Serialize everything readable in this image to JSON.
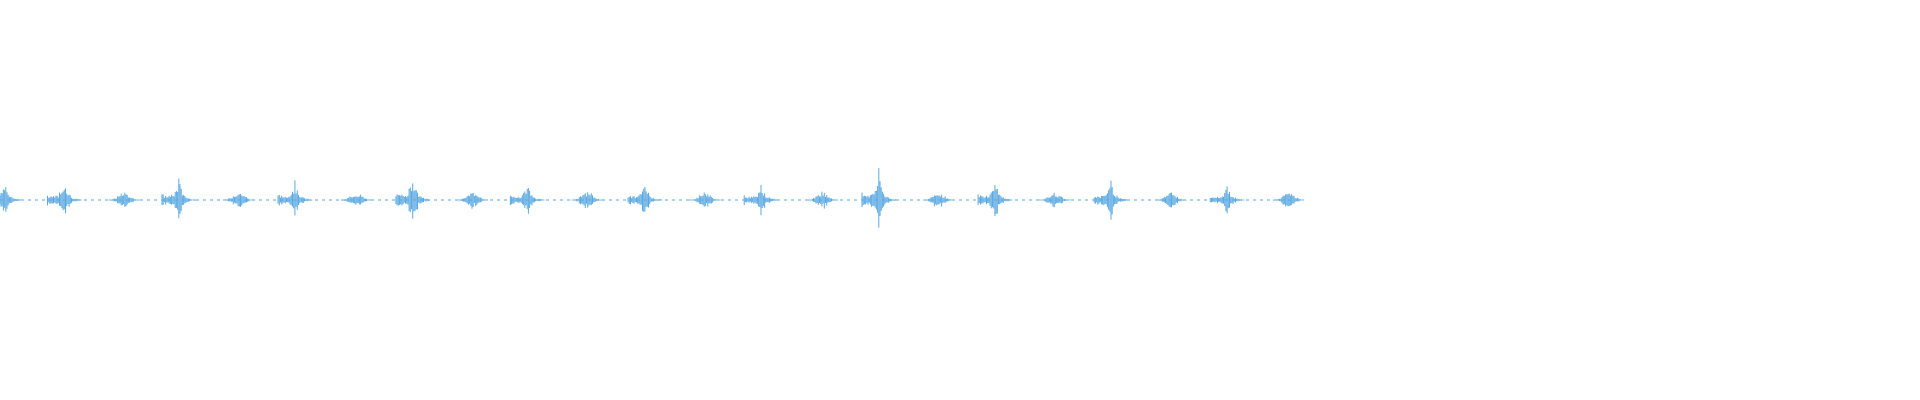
{
  "waveform": {
    "color": "#5aa9e2",
    "duration_fraction_rendered": 0.673,
    "bursts": [
      {
        "pos": 0.003,
        "amp": 0.5,
        "kind": "sharp"
      },
      {
        "pos": 0.04,
        "amp": 0.62,
        "kind": "sharp"
      },
      {
        "pos": 0.077,
        "amp": 0.22,
        "kind": "soft"
      },
      {
        "pos": 0.111,
        "amp": 0.62,
        "kind": "sharp"
      },
      {
        "pos": 0.148,
        "amp": 0.24,
        "kind": "soft"
      },
      {
        "pos": 0.183,
        "amp": 0.58,
        "kind": "sharp"
      },
      {
        "pos": 0.221,
        "amp": 0.2,
        "kind": "soft"
      },
      {
        "pos": 0.256,
        "amp": 0.78,
        "kind": "sharp"
      },
      {
        "pos": 0.293,
        "amp": 0.24,
        "kind": "soft"
      },
      {
        "pos": 0.327,
        "amp": 0.5,
        "kind": "sharp"
      },
      {
        "pos": 0.364,
        "amp": 0.24,
        "kind": "soft"
      },
      {
        "pos": 0.4,
        "amp": 0.52,
        "kind": "sharp"
      },
      {
        "pos": 0.437,
        "amp": 0.22,
        "kind": "soft"
      },
      {
        "pos": 0.472,
        "amp": 0.52,
        "kind": "sharp"
      },
      {
        "pos": 0.51,
        "amp": 0.24,
        "kind": "soft"
      },
      {
        "pos": 0.545,
        "amp": 0.8,
        "kind": "sharp"
      },
      {
        "pos": 0.582,
        "amp": 0.22,
        "kind": "soft"
      },
      {
        "pos": 0.617,
        "amp": 0.62,
        "kind": "sharp"
      },
      {
        "pos": 0.654,
        "amp": 0.2,
        "kind": "soft"
      },
      {
        "pos": 0.689,
        "amp": 0.62,
        "kind": "sharp"
      },
      {
        "pos": 0.726,
        "amp": 0.22,
        "kind": "soft"
      },
      {
        "pos": 0.761,
        "amp": 0.48,
        "kind": "sharp"
      },
      {
        "pos": 0.799,
        "amp": 0.22,
        "kind": "soft"
      }
    ]
  }
}
